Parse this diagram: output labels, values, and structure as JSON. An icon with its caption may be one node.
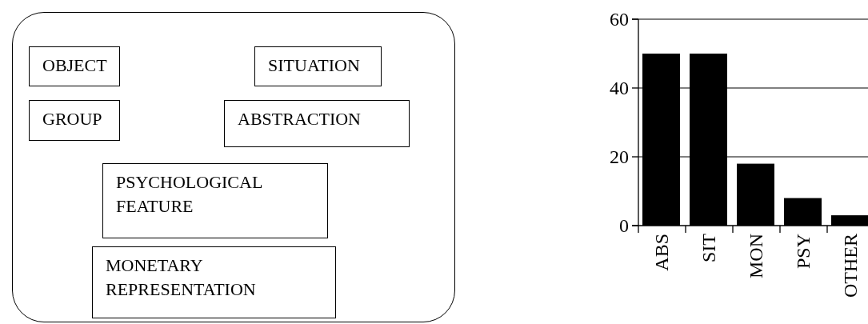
{
  "diagram": {
    "nodes": [
      {
        "text": [],
        "shape": "box"
      },
      {
        "text": [
          "OBJECT"
        ],
        "in": 0
      },
      {
        "text": [
          "SITUATION"
        ],
        "in": 0
      },
      {
        "text": [
          "GROUP"
        ],
        "in": 0
      },
      {
        "text": [
          "ABSTRACTION"
        ],
        "in": 0
      },
      {
        "text": [
          "PSYCHOLOGICAL FEATURE"
        ],
        "in": 0
      },
      {
        "text": [
          "MONETARY REPRESENTATION"
        ],
        "in": 0
      }
    ],
    "edges": [],
    "chart_data": {
      "type": "bar",
      "categories": [
        "ABS",
        "SIT",
        "MON",
        "PSY",
        "OTHER"
      ],
      "series": [
        {
          "color": "#000000",
          "values": [
            50,
            50,
            18,
            8,
            3
          ]
        }
      ],
      "ylim": [
        0,
        60
      ],
      "yticks": [
        0,
        20,
        40,
        60
      ]
    }
  }
}
